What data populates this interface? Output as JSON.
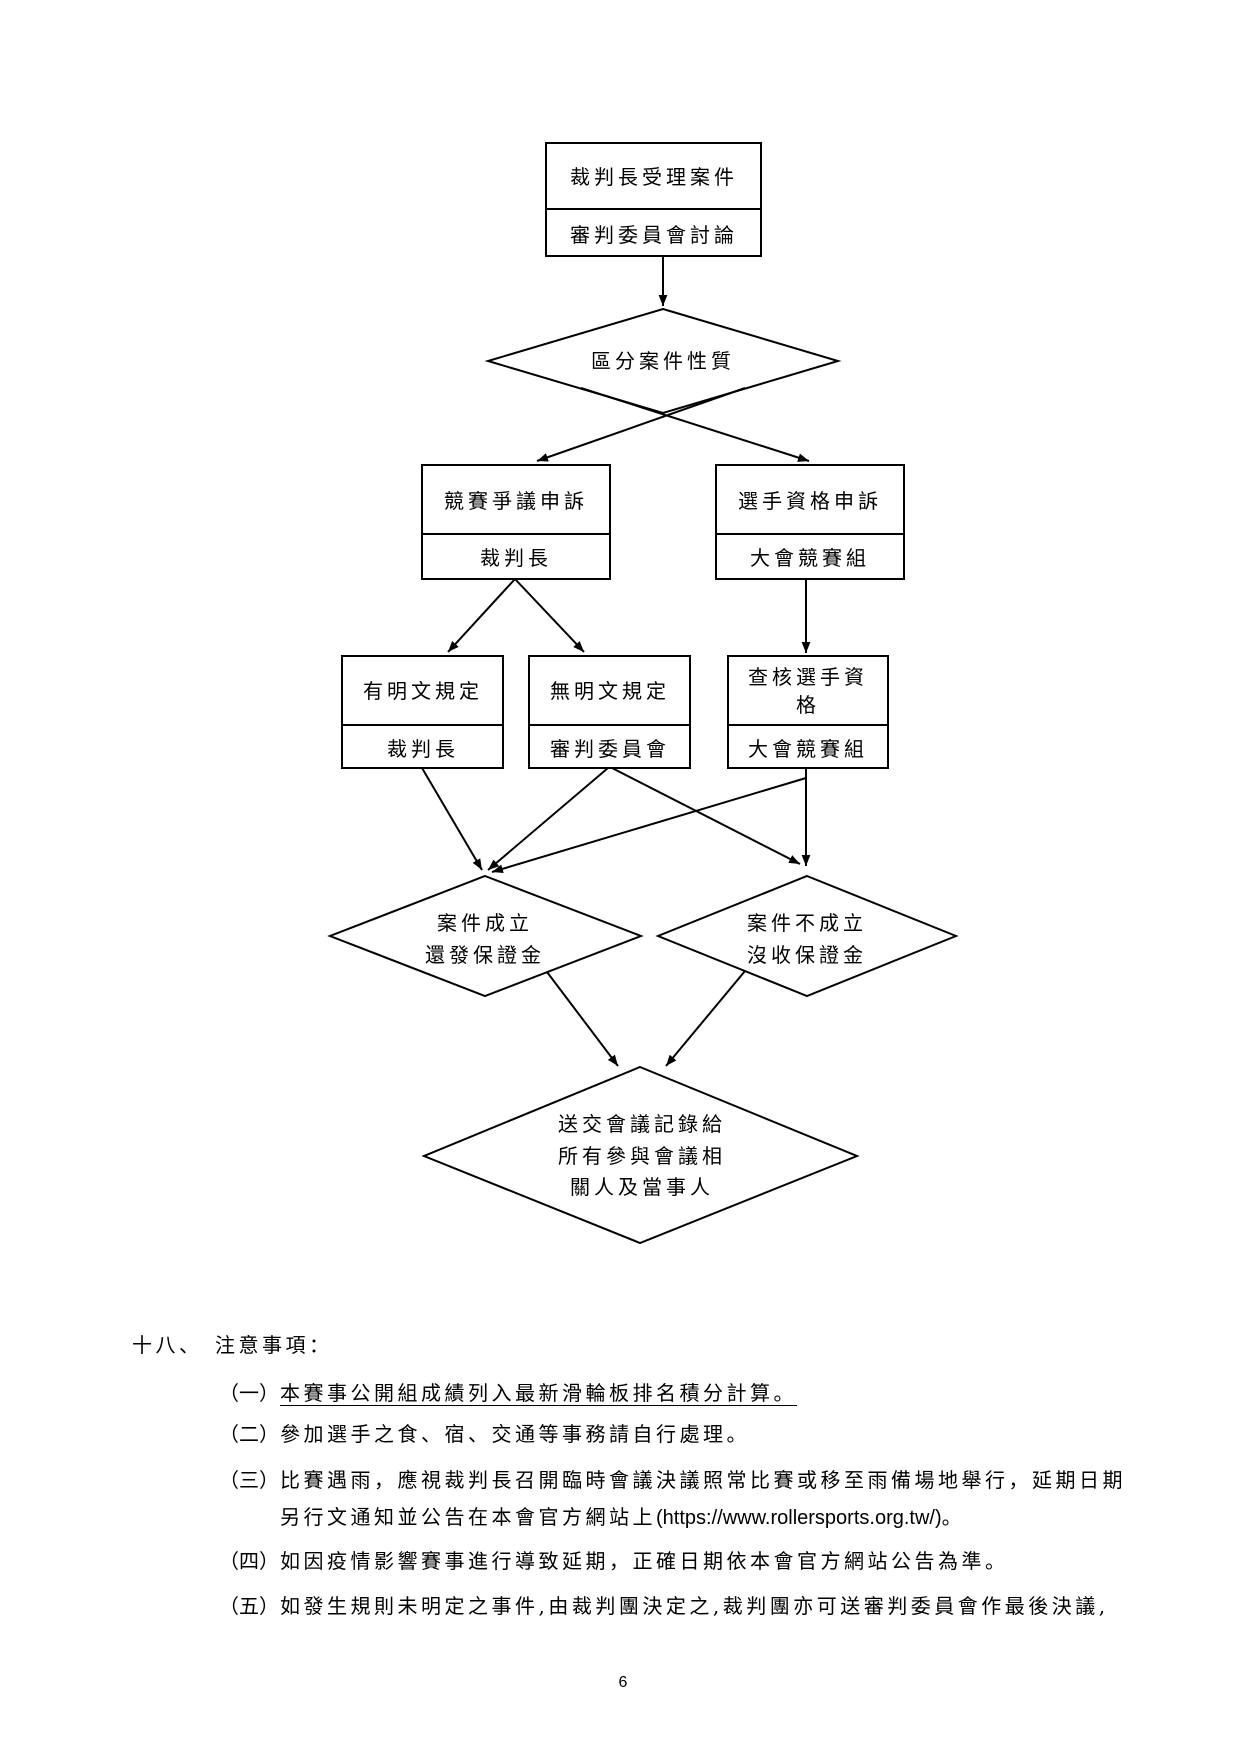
{
  "flowchart": {
    "intake": {
      "line1": "裁判長受理案件",
      "line2": "審判委員會討論"
    },
    "classify": "區分案件性質",
    "competition_dispute": {
      "title": "競賽爭議申訴",
      "handler": "裁判長"
    },
    "eligibility_appeal": {
      "title": "選手資格申訴",
      "handler": "大會競賽組"
    },
    "explicit_rule": {
      "title": "有明文規定",
      "handler": "裁判長"
    },
    "no_explicit_rule": {
      "title": "無明文規定",
      "handler": "審判委員會"
    },
    "verify_eligibility": {
      "title_line1": "查核選手資",
      "title_line2": "格",
      "handler": "大會競賽組"
    },
    "case_upheld": {
      "line1": "案件成立",
      "line2": "還發保證金"
    },
    "case_rejected": {
      "line1": "案件不成立",
      "line2": "沒收保證金"
    },
    "send_minutes": {
      "line1": "送交會議記錄給",
      "line2": "所有參與會議相",
      "line3": "關人及當事人"
    }
  },
  "notes": {
    "number": "十八、",
    "title": "注意事項：",
    "items": [
      {
        "marker": "（一）",
        "text": "本賽事公開組成績列入最新滑輪板排名積分計算。"
      },
      {
        "marker": "（二）",
        "text": "參加選手之食、宿、交通等事務請自行處理。"
      },
      {
        "marker": "（三）",
        "line1": "比賽遇雨，應視裁判長召開臨時會議決議照常比賽或移至雨備場地舉行，延期日期",
        "line2": "另行文通知並公告在本會官方網站上",
        "url": "(https://www.rollersports.org.tw/)",
        "line2_end": "。"
      },
      {
        "marker": "（四）",
        "text": "如因疫情影響賽事進行導致延期，正確日期依本會官方網站公告為準。"
      },
      {
        "marker": "（五）",
        "text": "如發生規則未明定之事件,由裁判團決定之,裁判團亦可送審判委員會作最後決議,"
      }
    ]
  },
  "page_number": "6"
}
